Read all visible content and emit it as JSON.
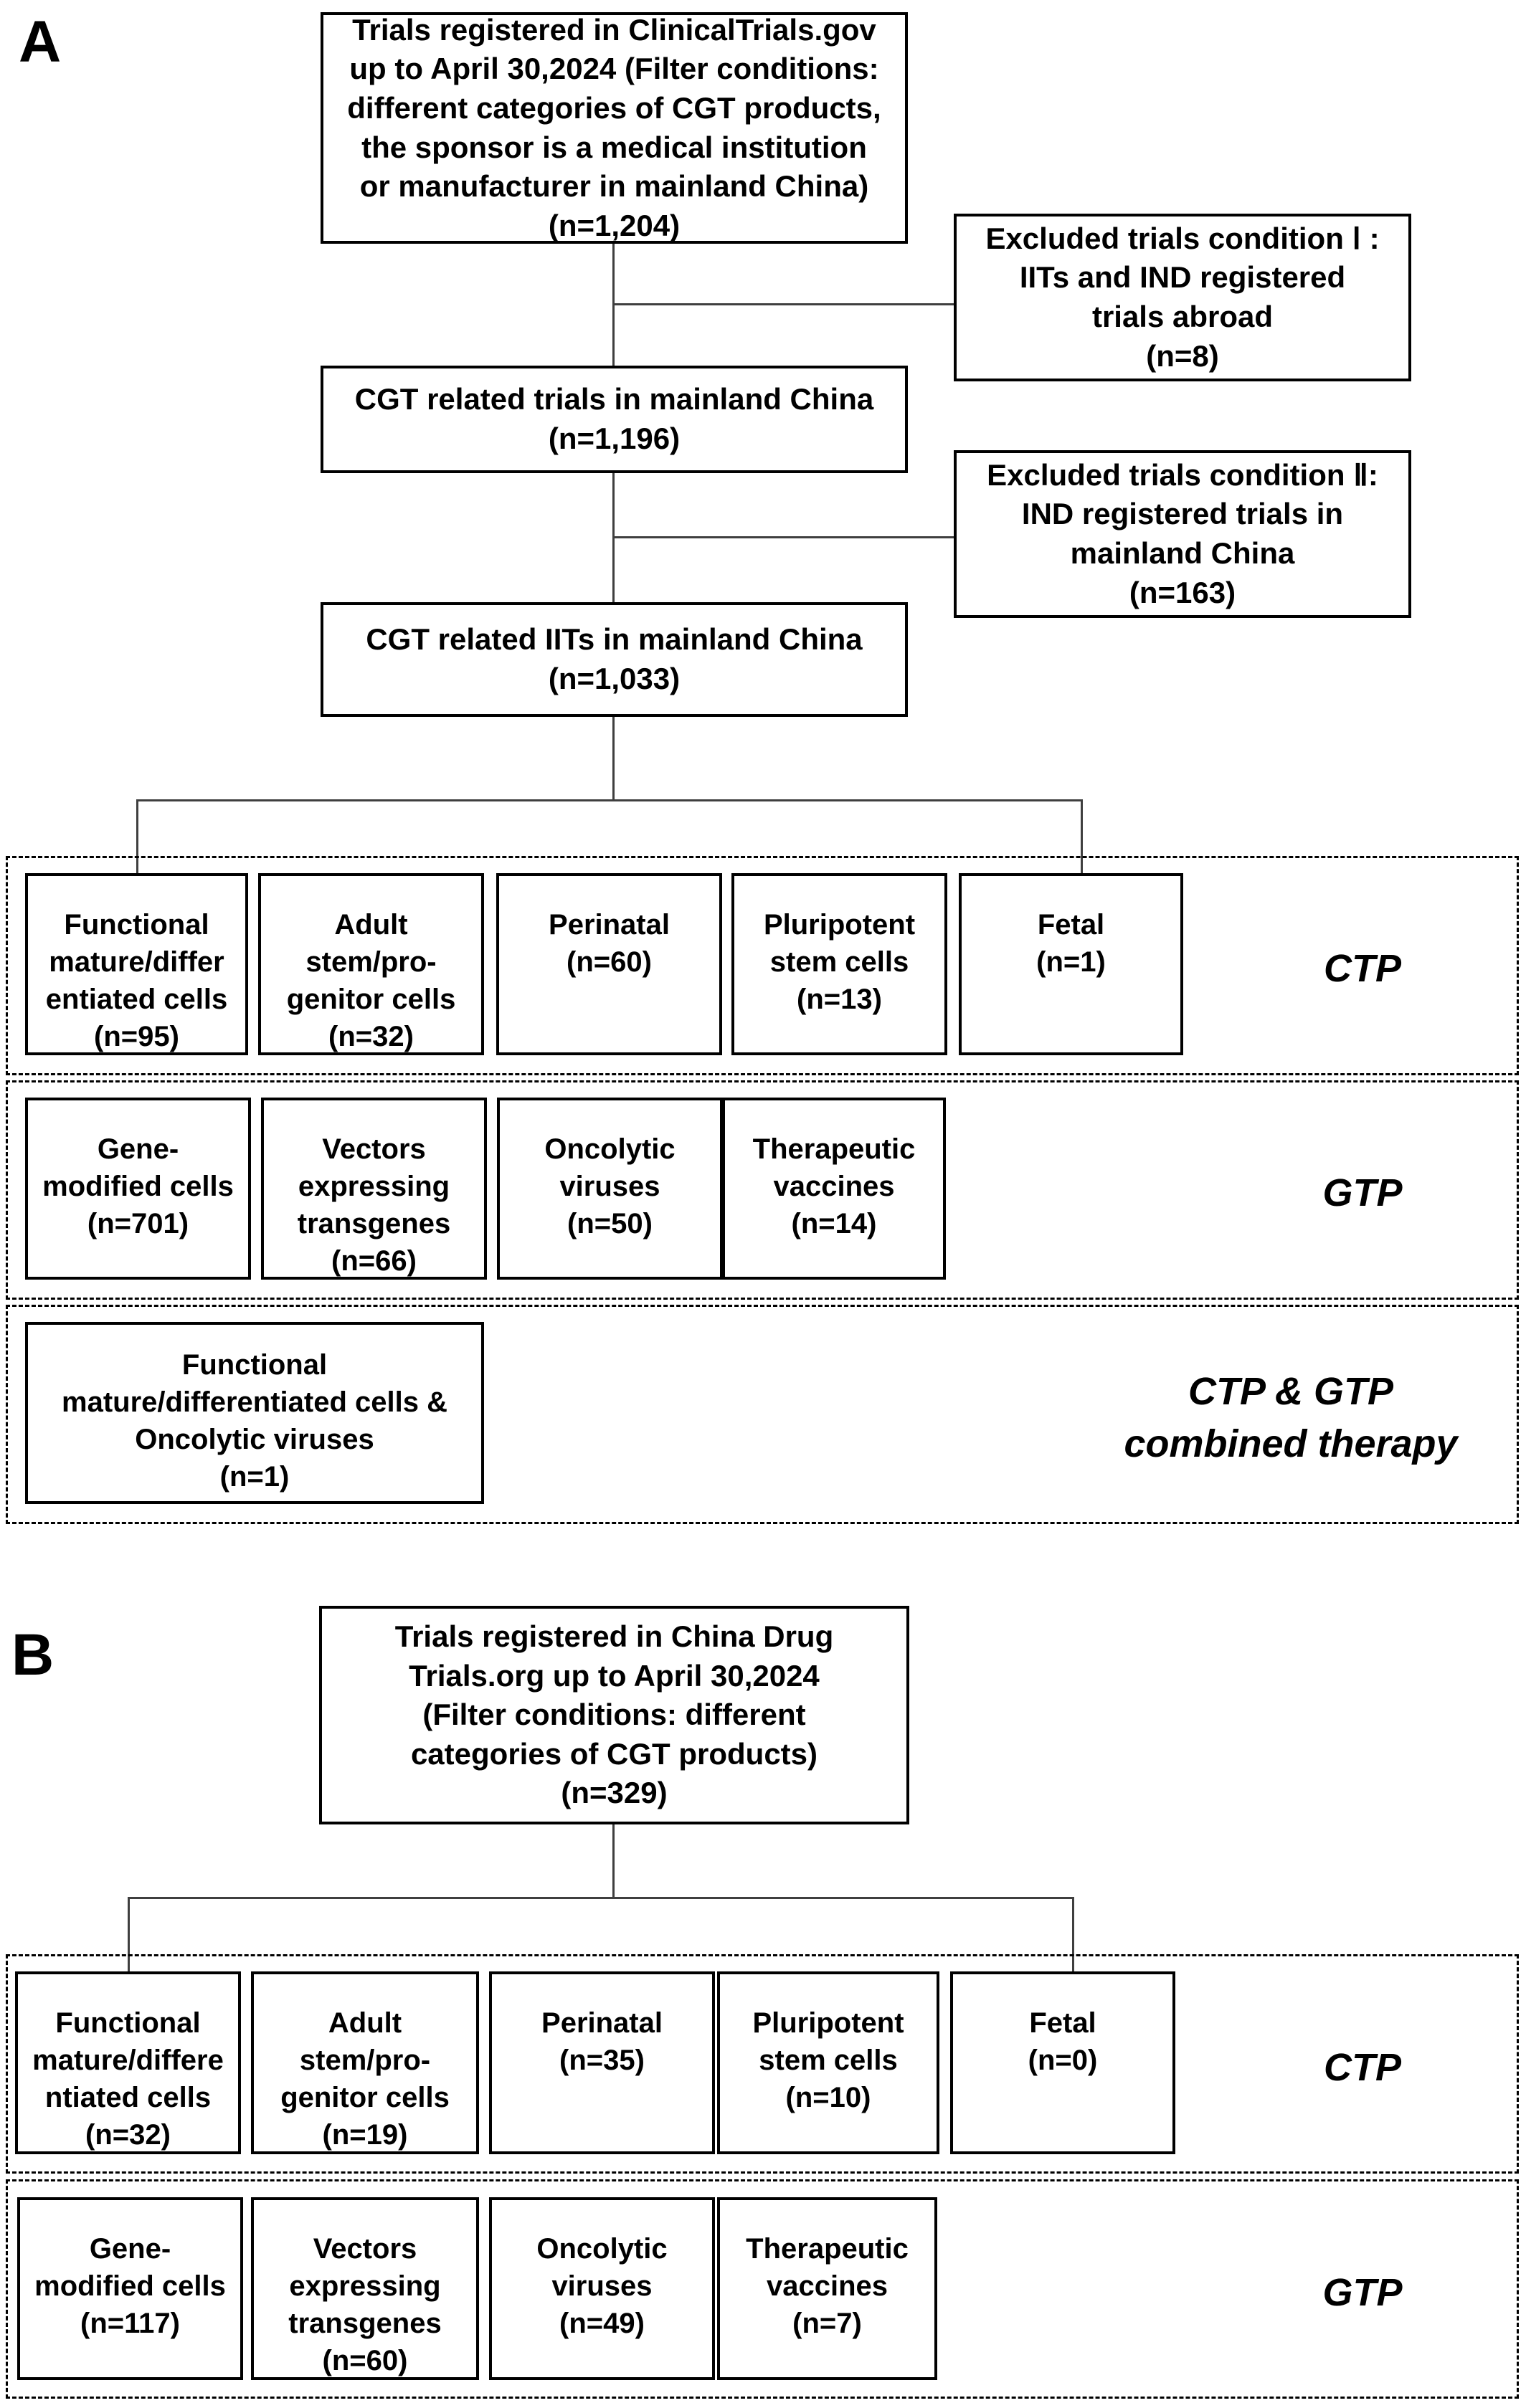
{
  "panel_a": {
    "label": "A",
    "source_box": "Trials registered in ClinicalTrials.gov\nup to April 30,2024 (Filter conditions:\ndifferent categories of CGT products,\nthe sponsor is a medical institution\nor manufacturer in mainland China)\n(n=1,204)",
    "excluded_1": "Excluded trials condition Ⅰ :\nIITs and IND registered\ntrials abroad\n(n=8)",
    "filtered_box": "CGT related trials in mainland China\n(n=1,196)",
    "excluded_2": "Excluded trials condition Ⅱ:\nIND registered trials in\nmainland China\n(n=163)",
    "iit_box": "CGT related IITs in mainland China\n(n=1,033)",
    "ctp_row": {
      "boxes": [
        "Functional\nmature/differ\nentiated cells\n(n=95)",
        "Adult\nstem/pro-\ngenitor cells\n(n=32)",
        "Perinatal\n(n=60)",
        "Pluripotent\nstem cells\n(n=13)",
        "Fetal\n(n=1)"
      ],
      "label": "CTP"
    },
    "gtp_row": {
      "boxes": [
        "Gene-\nmodified cells\n(n=701)",
        "Vectors\nexpressing\ntransgenes\n(n=66)",
        "Oncolytic\nviruses\n(n=50)",
        "Therapeutic\nvaccines\n(n=14)"
      ],
      "label": "GTP"
    },
    "combined_row": {
      "boxes": [
        "Functional\nmature/differentiated cells &\nOncolytic viruses\n(n=1)"
      ],
      "label": "CTP & GTP\ncombined therapy"
    }
  },
  "panel_b": {
    "label": "B",
    "source_box": "Trials registered in China Drug\nTrials.org up to April 30,2024\n(Filter conditions: different\ncategories of CGT products)\n(n=329)",
    "ctp_row": {
      "boxes": [
        "Functional\nmature/differe\nntiated cells\n(n=32)",
        "Adult\nstem/pro-\ngenitor cells\n(n=19)",
        "Perinatal\n(n=35)",
        "Pluripotent\nstem cells\n(n=10)",
        "Fetal\n(n=0)"
      ],
      "label": "CTP"
    },
    "gtp_row": {
      "boxes": [
        "Gene-\nmodified cells\n(n=117)",
        "Vectors\nexpressing\ntransgenes\n(n=60)",
        "Oncolytic\nviruses\n(n=49)",
        "Therapeutic\nvaccines\n(n=7)"
      ],
      "label": "GTP"
    }
  }
}
